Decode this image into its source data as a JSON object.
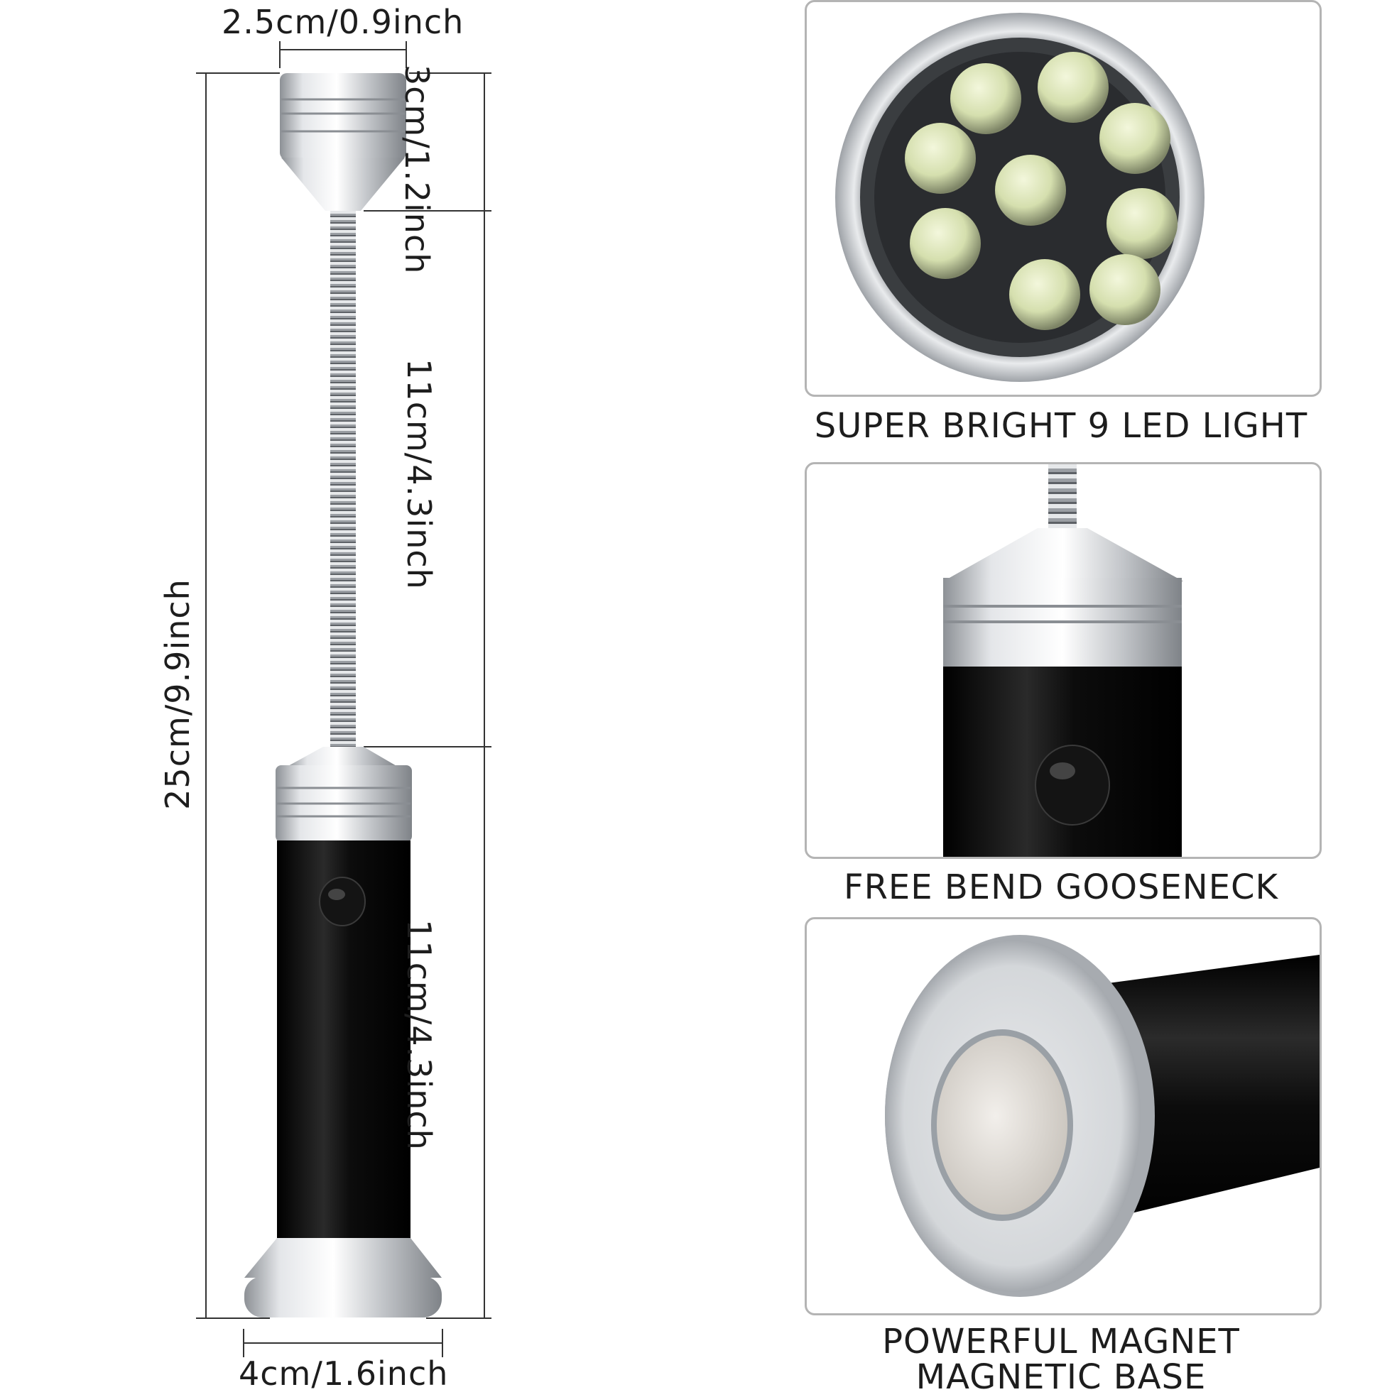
{
  "dimensions": {
    "head_width": "2.5cm/0.9inch",
    "head_height": "3cm/1.2inch",
    "gooseneck_length": "11cm/4.3inch",
    "total_length": "25cm/9.9inch",
    "handle_length": "11cm/4.3inch",
    "base_width": "4cm/1.6inch"
  },
  "features": [
    {
      "caption": "SUPER BRIGHT 9 LED LIGHT"
    },
    {
      "caption": "FREE BEND GOOSENECK"
    },
    {
      "caption_line1": "POWERFUL MAGNET",
      "caption_line2": "MAGNETIC BASE"
    }
  ],
  "colors": {
    "aluminum": "#c9ccd0",
    "body_black": "#0a0a0a",
    "led": "#d8e2b4",
    "panel_border": "#b4b4b4"
  }
}
